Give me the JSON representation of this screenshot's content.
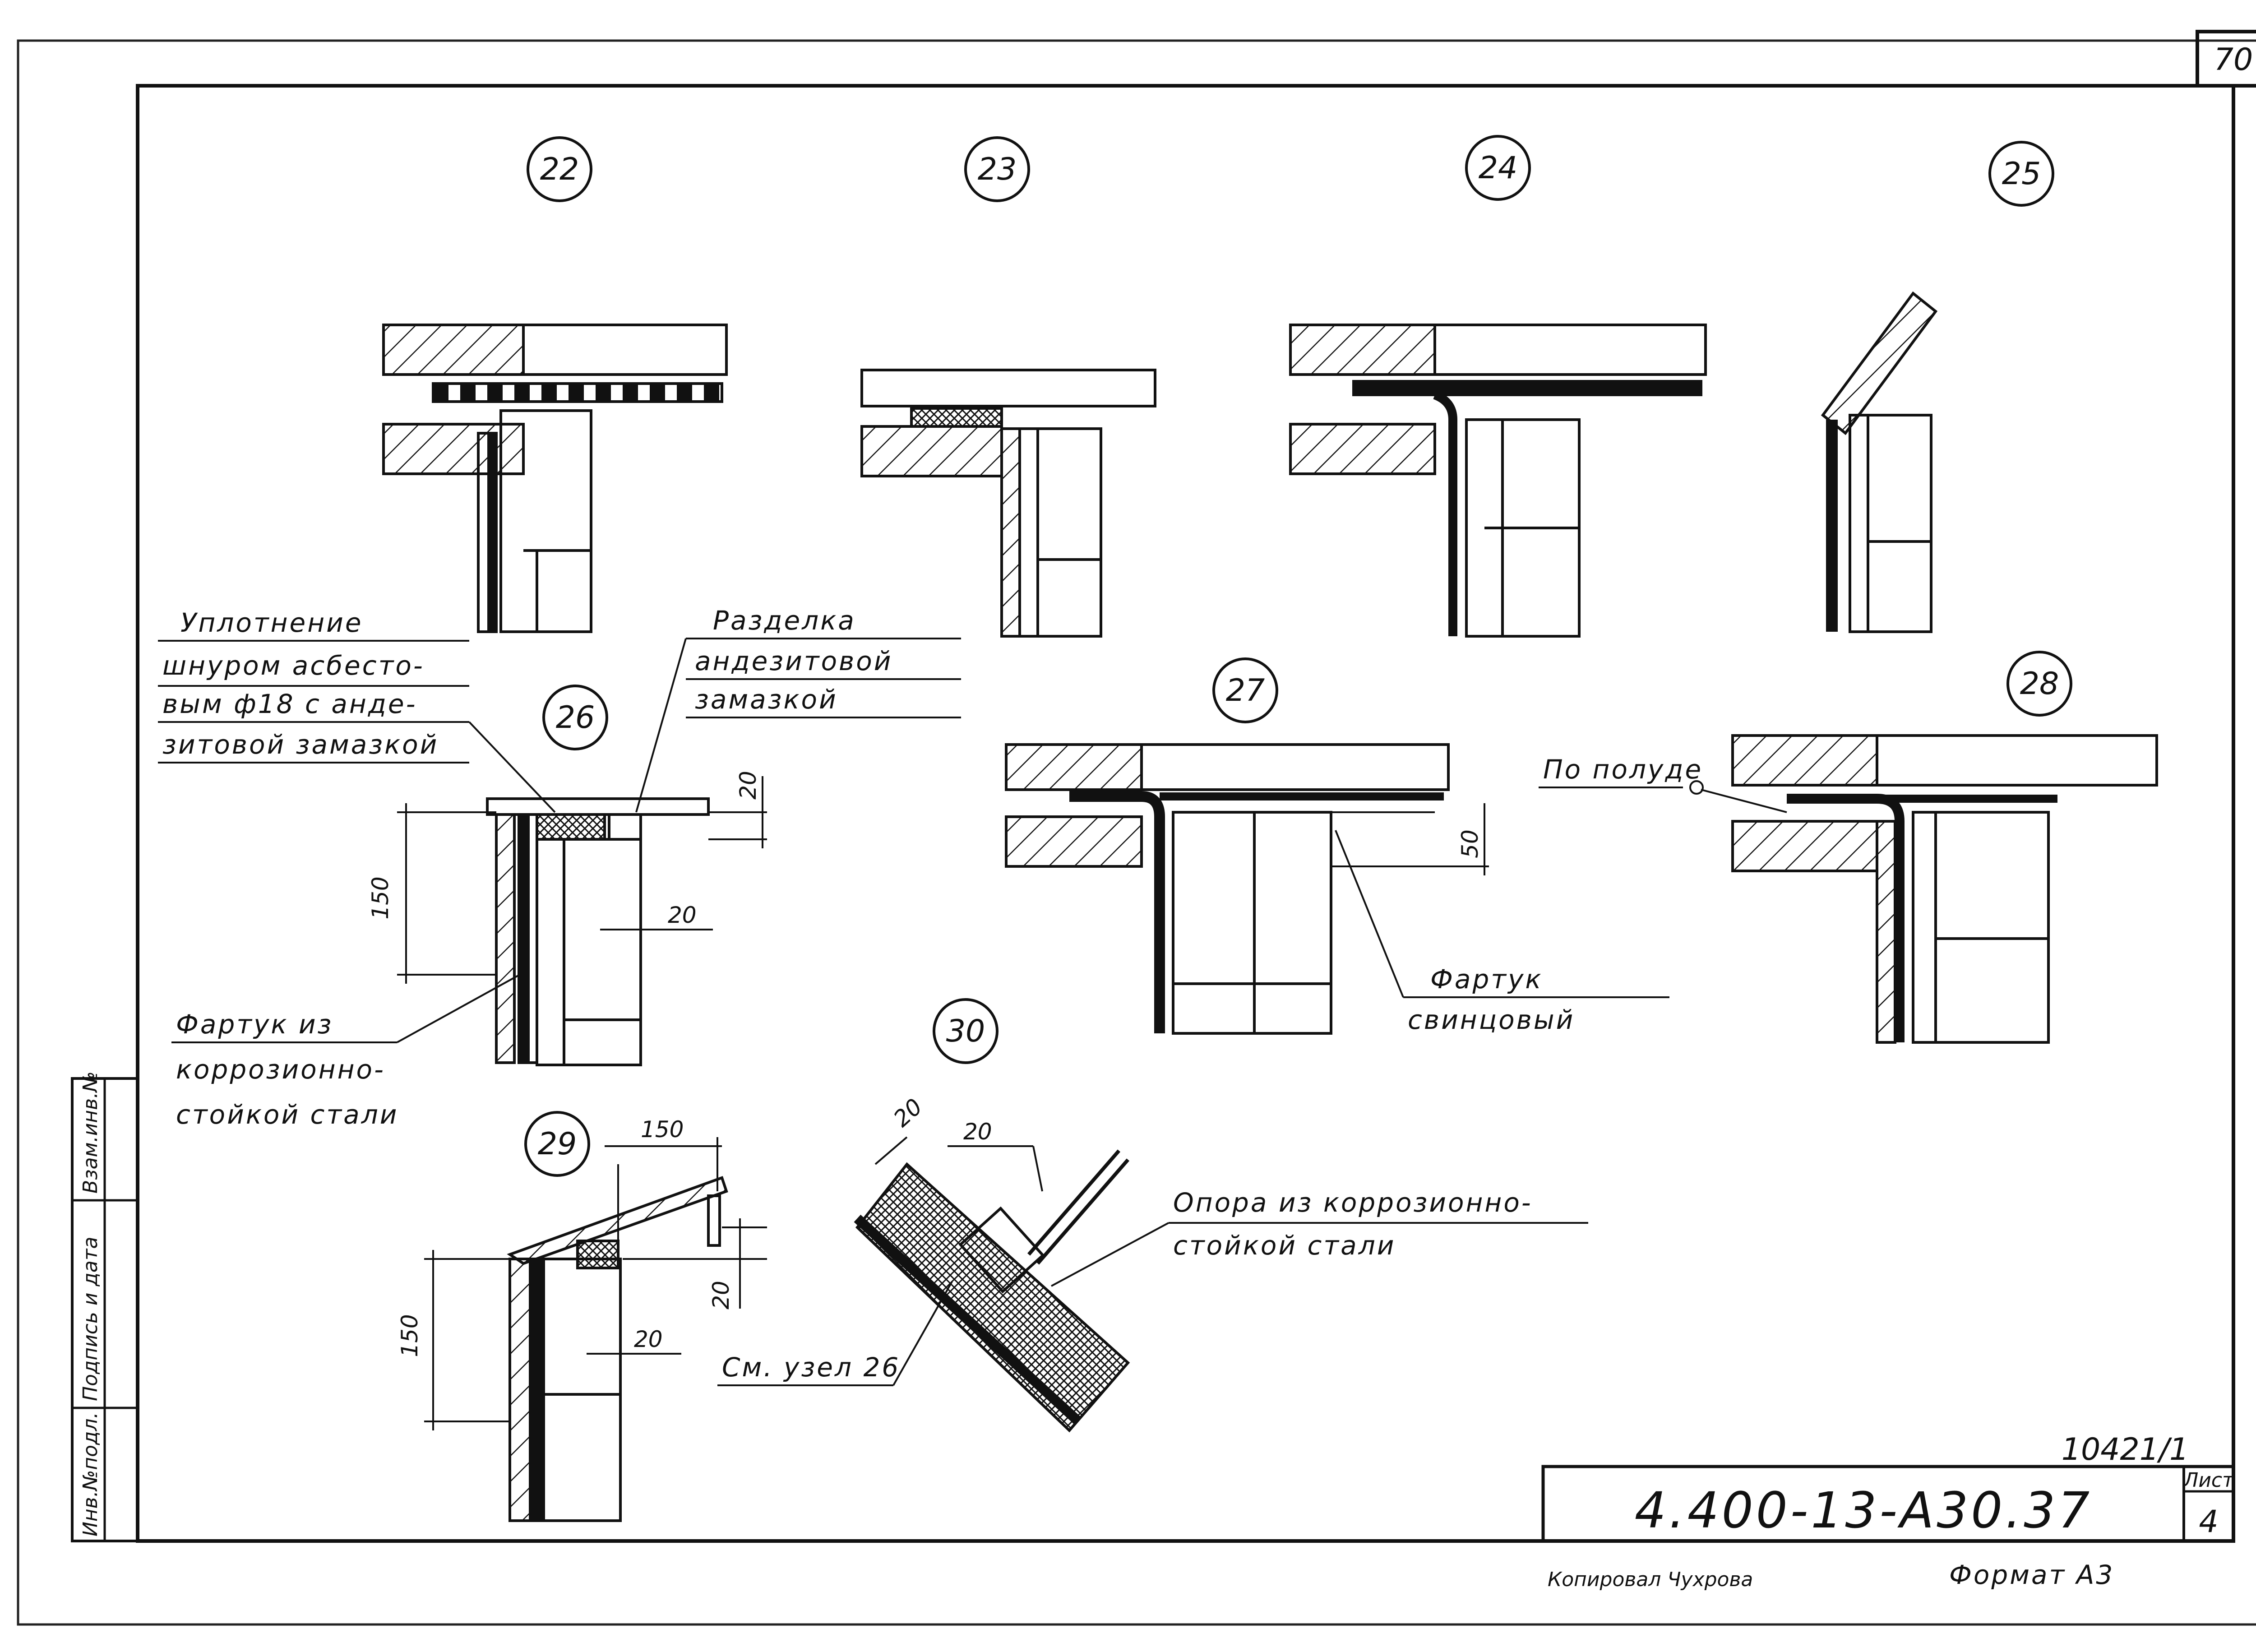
{
  "sheet": {
    "corner_number": "70",
    "doc_number": "10421/1",
    "designation": "4.400-13-А30.37",
    "sheet_label": "Лист",
    "sheet_number": "4",
    "copied_by": "Копировал Чухрова",
    "format": "Формат А3"
  },
  "side_stamp": {
    "inv_no": "Инв.№подл.",
    "signature": "Подпись и дата",
    "replace_inv": "Взам.инв.№"
  },
  "nodes": [
    "22",
    "23",
    "24",
    "25",
    "26",
    "27",
    "28",
    "29",
    "30"
  ],
  "callouts": {
    "seal": [
      "Уплотнение",
      "шнуром асбесто-",
      "вым ф18 с анде-",
      "зитовой замазкой"
    ],
    "joint": [
      "Разделка",
      "андезитовой",
      "замазкой"
    ],
    "apron_steel": [
      "Фартук из",
      "коррозионно-",
      "стойкой стали"
    ],
    "apron_lead": [
      "Фартук",
      "свинцовый"
    ],
    "by_floor": "По полуде",
    "support": [
      "Опора из коррозионно-",
      "стойкой  стали"
    ],
    "see_node": "См. узел 26"
  },
  "dimensions": {
    "d26_height": "150",
    "d26_top": "20",
    "d26_gap": "20",
    "d27_apron": "50",
    "d29_width": "150",
    "d29_height": "150",
    "d29_top": "20",
    "d29_gap": "20",
    "d30_a": "20",
    "d30_b": "20"
  }
}
